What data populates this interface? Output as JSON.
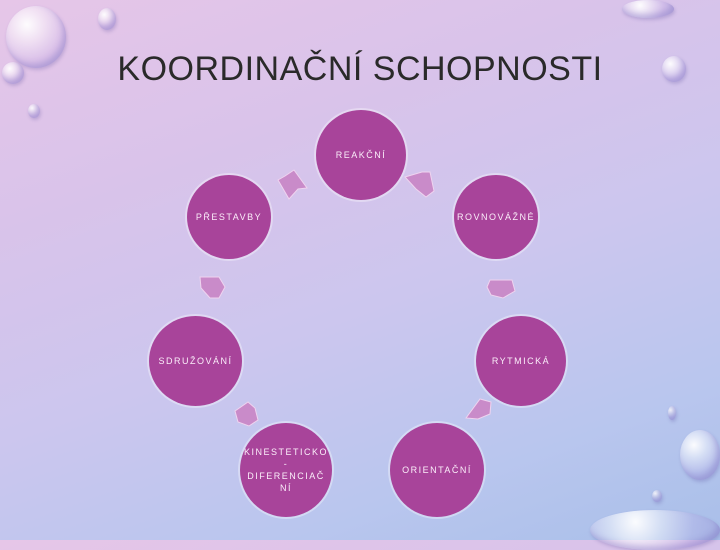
{
  "slide": {
    "title": "KOORDINAČNÍ SCHOPNOSTI"
  },
  "diagram": {
    "type": "cycle",
    "node_color": "#a8449a",
    "arrow_color": "#c98bc9",
    "nodes": [
      {
        "id": "reakcni",
        "label": "REAKČNÍ"
      },
      {
        "id": "rovnovazne",
        "label": "ROVNOVÁŽNÉ"
      },
      {
        "id": "rytmicka",
        "label": "RYTMICKÁ"
      },
      {
        "id": "orientacni",
        "label": "ORIENTAČNÍ"
      },
      {
        "id": "kinesteticko",
        "label": "KINESTETICKO\n-\nDIFERENCIAČ\nNÍ"
      },
      {
        "id": "sdruzovani",
        "label": "SDRUŽOVÁNÍ"
      },
      {
        "id": "prestavby",
        "label": "PŘESTAVBY"
      }
    ]
  }
}
